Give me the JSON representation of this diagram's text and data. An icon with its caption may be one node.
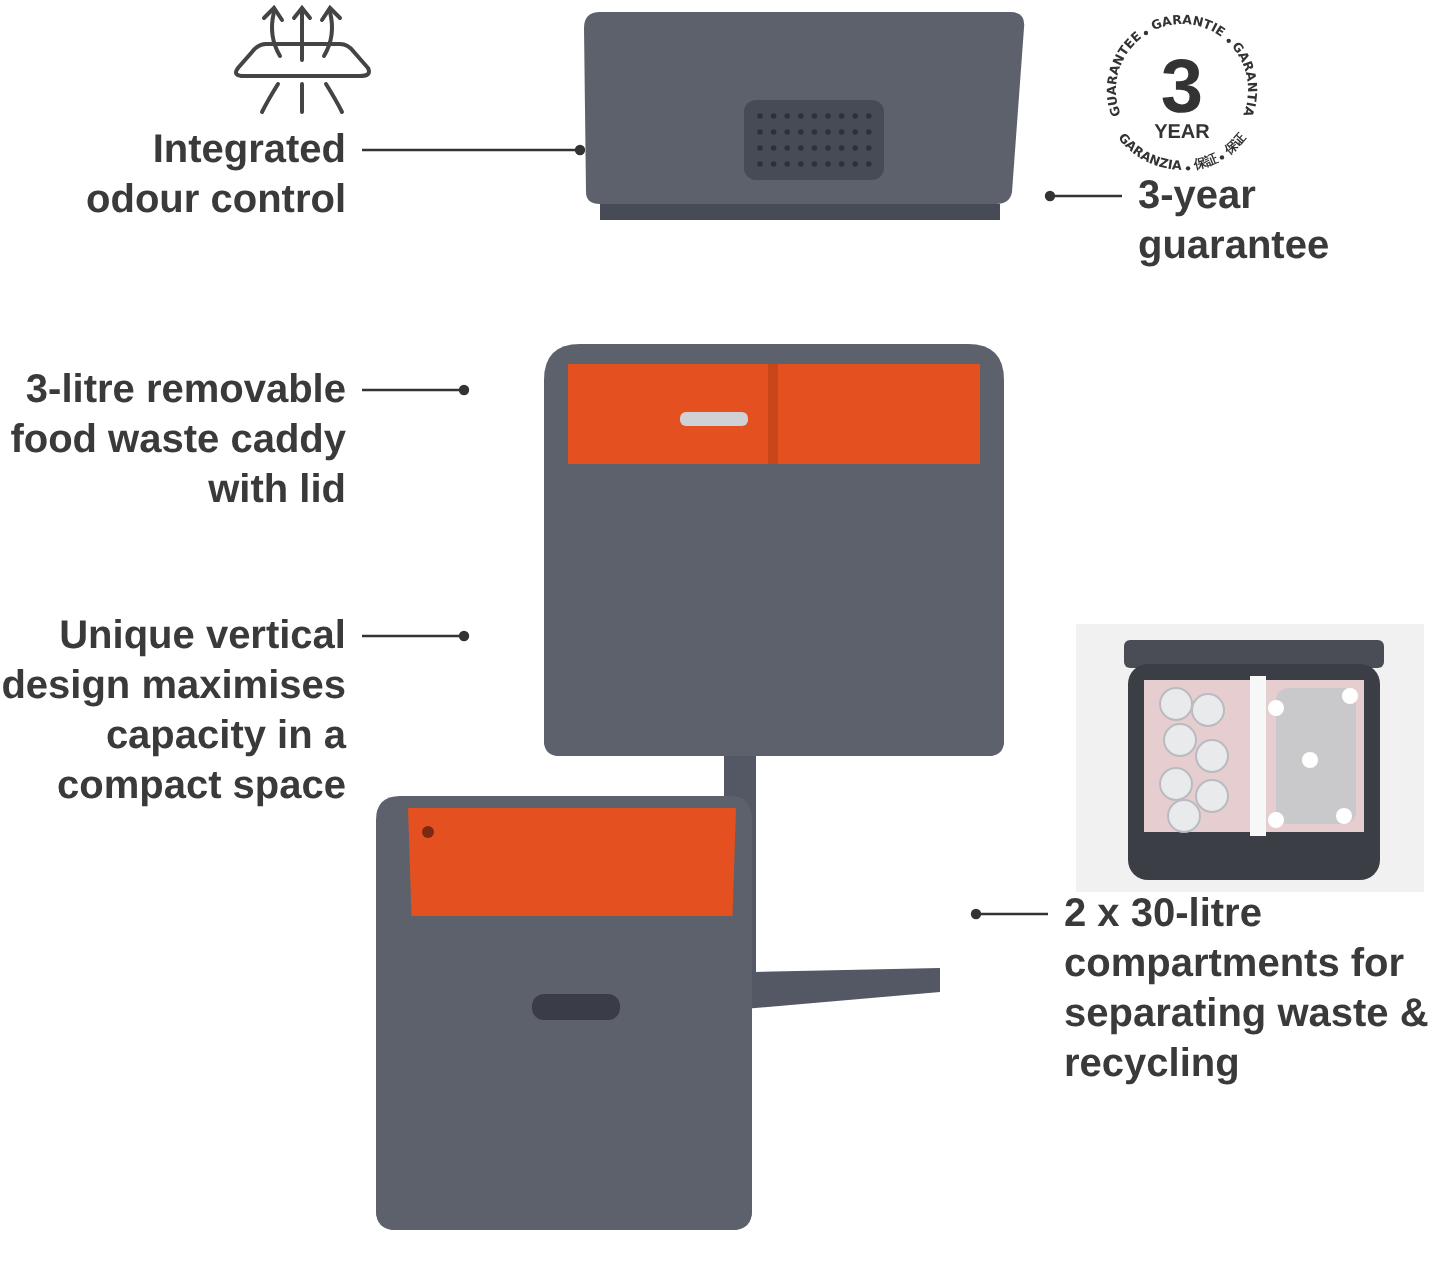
{
  "diagram": {
    "nodes": [
      {
        "text": [
          "Integrated odour control"
        ]
      },
      {
        "text": [
          "3-year guarantee"
        ]
      },
      {
        "text": [
          "3-litre removable food waste caddy with lid"
        ]
      },
      {
        "text": [
          "Unique vertical design maximises capacity in a compact space"
        ]
      },
      {
        "text": [
          "2 x 30-litre compartments for separating waste & recycling"
        ]
      }
    ],
    "edges": [
      {
        "from": 0,
        "to": null,
        "arrow": "other"
      },
      {
        "from": 1,
        "to": null,
        "arrow": "other"
      },
      {
        "from": 2,
        "to": null,
        "arrow": "other"
      },
      {
        "from": 3,
        "to": null,
        "arrow": "other"
      },
      {
        "from": 4,
        "to": null,
        "arrow": "other"
      }
    ],
    "labels": [
      "GUARANTEE",
      "GARANTIE",
      "GARANTIA",
      "GARANZIA",
      "保証",
      "保证",
      "3",
      "YEAR"
    ]
  }
}
